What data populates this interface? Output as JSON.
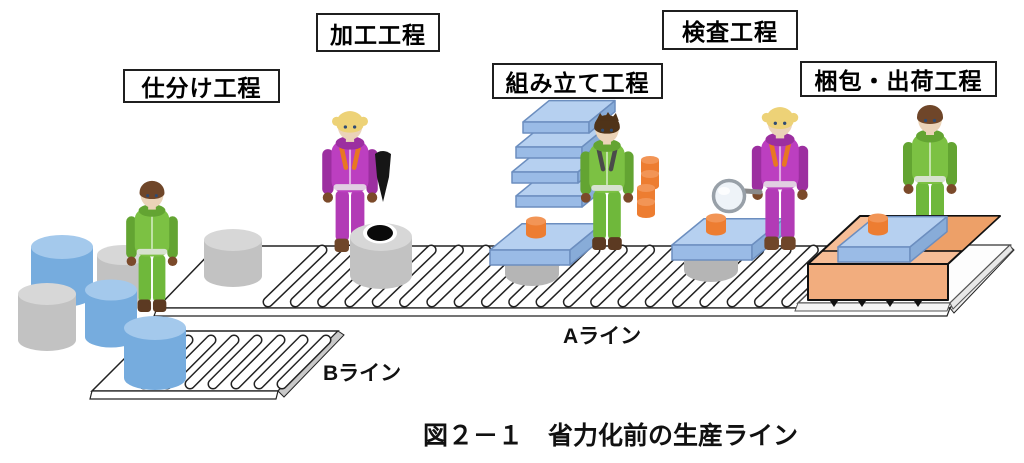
{
  "figure_caption": "図２－１　省力化前の生産ライン",
  "process_labels": [
    {
      "id": "sorting",
      "label": "仕分け工程"
    },
    {
      "id": "processing",
      "label": "加工工程"
    },
    {
      "id": "assembly",
      "label": "組み立て工程"
    },
    {
      "id": "inspection",
      "label": "検査工程"
    },
    {
      "id": "packing",
      "label": "梱包・出荷工程"
    }
  ],
  "line_labels": {
    "a": "Aライン",
    "b": "Bライン"
  },
  "workers": [
    {
      "station": "sorting",
      "appearance": "green-jacket-male"
    },
    {
      "station": "processing",
      "appearance": "magenta-jacket-female"
    },
    {
      "station": "assembly",
      "appearance": "green-jacket-male-with-backpack"
    },
    {
      "station": "inspection",
      "appearance": "magenta-jacket-female-with-magnifier"
    },
    {
      "station": "packing",
      "appearance": "green-jacket-male"
    }
  ],
  "tools": {
    "processing": "drill-bit",
    "inspection": "magnifying-glass"
  },
  "colors": {
    "outline": "#222222",
    "belt_fill": "#ffffff",
    "item_blue": "#76ACDE",
    "item_blue_top": "#A4C9EC",
    "plate_top": "#B6D0F0",
    "plate_front": "#9ABBE6",
    "plate_side": "#88ACD8",
    "plate_stroke": "#6C8EBF",
    "item_gray": "#C2C2C2",
    "item_gray_top": "#D7D7D7",
    "pedestal": "#B5B5B5",
    "item_orange": "#ED7D31",
    "item_orange_top": "#F29556",
    "carton": "#F2AD7E",
    "carton_top": "#F6BD96",
    "carton_inner": "#EDA068",
    "pallet": "#FDFDFD",
    "worker_green": "#7CC143",
    "worker_green_dark": "#63A432",
    "worker_green_pants": "#6FB83B",
    "worker_magenta": "#BC3FC0",
    "worker_magenta_dark": "#9C2FA0",
    "worker_magenta_pants": "#B23BB6",
    "hair_brown": "#6F4629",
    "hair_dark_brown": "#4F3318",
    "hair_blonde": "#EDD277",
    "boots_brown": "#5C3A22",
    "skin": "#EBD3B8",
    "strap_orange": "#E87722",
    "tool_black": "#161616"
  }
}
